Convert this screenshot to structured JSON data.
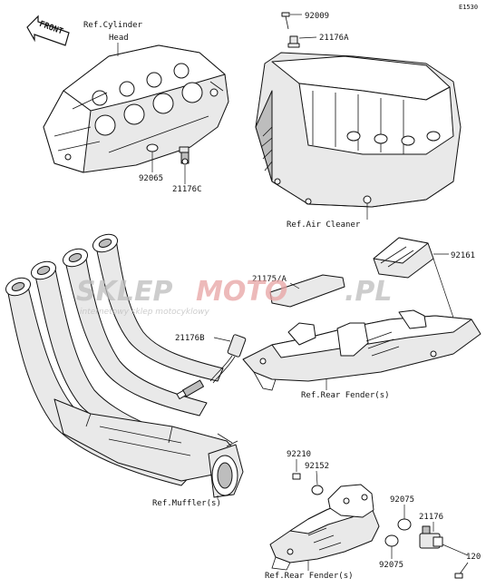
{
  "diagram_code": "E1530",
  "front_arrow": {
    "label": "FRONT"
  },
  "watermark": {
    "brand_left": "SKLEP",
    "brand_mid": "MOTO",
    "brand_right": ".PL",
    "tagline": "internetowy sklep motocyklowy",
    "color_left": "#bdbdbd",
    "color_mid": "#e8a3a3"
  },
  "labels": {
    "cyl_head_l1": "Ref.Cylinder",
    "cyl_head_l2": "Head",
    "p92009": "92009",
    "p21176A": "21176A",
    "p92065": "92065",
    "p21176C": "21176C",
    "air_cleaner": "Ref.Air Cleaner",
    "p92161": "92161",
    "p21175A": "21175/A",
    "p21176B": "21176B",
    "rear_fender_1": "Ref.Rear Fender(s)",
    "muffler": "Ref.Muffler(s)",
    "p92210": "92210",
    "p92152": "92152",
    "p92075_top": "92075",
    "p21176": "21176",
    "p92075_bottom": "92075",
    "p120": "120",
    "rear_fender_2": "Ref.Rear Fender(s)"
  }
}
